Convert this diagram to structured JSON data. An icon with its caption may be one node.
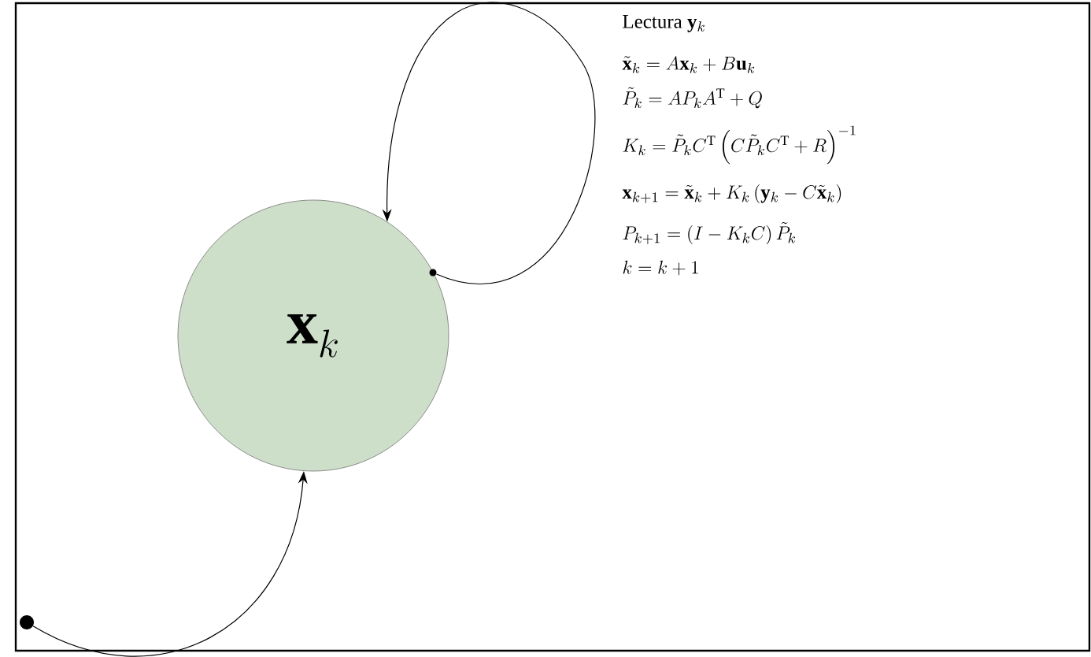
{
  "diagram": {
    "nodes": [
      {
        "text": [],
        "shape": "circle"
      },
      {
        "text": [
          "\\mathbf{x}_k"
        ]
      },
      {
        "text": [],
        "shape": "circle"
      }
    ],
    "edges": [
      {
        "from": 0,
        "to": 1,
        "arrow": "to"
      },
      {
        "from": 2,
        "to": 1,
        "arrow": "to"
      }
    ],
    "labels": [
      "\\text{Lectura }\\mathbf{y}_k",
      "\\tilde{\\mathbf{x}}_k = A\\mathbf{x}_k + B\\mathbf{u}_k",
      "\\tilde{P}_k = A P_k A^{\\mathrm{T}} + Q",
      "K_k = \\tilde{P}_k C^{\\mathrm{T}} \\left( C \\tilde{P}_k C^{\\mathrm{T}} + R \\right)^{-1}",
      "\\mathbf{x}_{k+1} = \\tilde{\\mathbf{x}}_k + K_k \\left( \\mathbf{y}_k - C \\tilde{\\mathbf{x}}_k \\right)",
      "P_{k+1} = \\left( I - K_k C \\right) \\tilde{P}_k",
      "k = k + 1"
    ]
  }
}
